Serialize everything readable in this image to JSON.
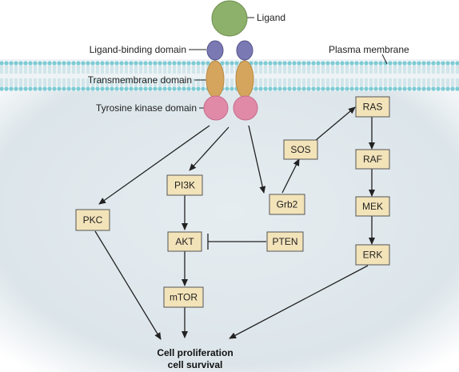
{
  "labels": {
    "ligand": "Ligand",
    "ligand_binding_domain": "Ligand-binding domain",
    "transmembrane_domain": "Transmembrane domain",
    "tyrosine_kinase_domain": "Tyrosine kinase domain",
    "plasma_membrane": "Plasma membrane"
  },
  "nodes": {
    "pkc": "PKC",
    "pi3k": "PI3K",
    "akt": "AKT",
    "mtor": "mTOR",
    "pten": "PTEN",
    "grb2": "Grb2",
    "sos": "SOS",
    "ras": "RAS",
    "raf": "RAF",
    "mek": "MEK",
    "erk": "ERK"
  },
  "outcome": {
    "line1": "Cell proliferation",
    "line2": "cell survival"
  },
  "edges": [
    {
      "from": "receptor",
      "to": "pkc",
      "type": "activation"
    },
    {
      "from": "receptor",
      "to": "pi3k",
      "type": "activation"
    },
    {
      "from": "receptor",
      "to": "grb2",
      "type": "activation"
    },
    {
      "from": "grb2",
      "to": "sos",
      "type": "activation"
    },
    {
      "from": "sos",
      "to": "ras",
      "type": "activation"
    },
    {
      "from": "ras",
      "to": "raf",
      "type": "activation"
    },
    {
      "from": "raf",
      "to": "mek",
      "type": "activation"
    },
    {
      "from": "mek",
      "to": "erk",
      "type": "activation"
    },
    {
      "from": "pi3k",
      "to": "akt",
      "type": "activation"
    },
    {
      "from": "akt",
      "to": "mtor",
      "type": "activation"
    },
    {
      "from": "pten",
      "to": "akt",
      "type": "inhibition"
    },
    {
      "from": "pkc",
      "to": "outcome",
      "type": "activation"
    },
    {
      "from": "mtor",
      "to": "outcome",
      "type": "activation"
    },
    {
      "from": "erk",
      "to": "outcome",
      "type": "activation"
    }
  ],
  "colors": {
    "ligand": "#8db06b",
    "binding_domain": "#7b79b4",
    "transmembrane_domain": "#d6a55d",
    "kinase_domain": "#e08aa8",
    "node_fill": "#f3e3b9",
    "cytoplasm": "#dfe7ec",
    "membrane_head": "#7ccbd4"
  }
}
